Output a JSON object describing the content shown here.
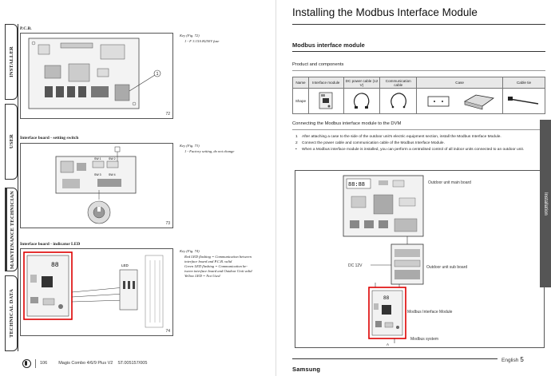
{
  "left": {
    "tabs": [
      {
        "label": "INSTALLER"
      },
      {
        "label": "USER"
      },
      {
        "label": "MAINTENANCE TECHNICIAN"
      },
      {
        "label": "TECHNICAL DATA"
      }
    ],
    "sections": [
      {
        "title": "P.C.B.",
        "fig_no": "72",
        "key_title": "Key (Fig. 72)",
        "key_lines": [
          "1    -    F 3.15A H250V fuse"
        ]
      },
      {
        "title": "Interface board - setting switch",
        "fig_no": "73",
        "key_title": "Key (Fig. 73)",
        "key_lines": [
          "1    -    Factory setting, do not change"
        ]
      },
      {
        "title": "Interface board - indicator LED",
        "fig_no": "74",
        "key_title": "Key (Fig. 74)",
        "key_lines": [
          "Red LED flashing = Communication between",
          "interface board and P.C.B. valid",
          "Green LED flashing = Communication be-",
          "tween interface board and Outdoor Unit valid",
          "Yellow LED = Not Used"
        ]
      }
    ],
    "fig_labels": {
      "callout": "1",
      "led_label": "LED",
      "sw1": "SW 1",
      "sw2": "SW 2",
      "sw3": "SW 3",
      "sw4": "SW 4"
    },
    "footer": {
      "page": "106",
      "product": "Magis Combo 4/6/9 Plus V2",
      "doc_code": "ST.005157/005"
    }
  },
  "right": {
    "title": "Installing the Modbus Interface Module",
    "section": "Modbus interface module",
    "subsection1": "Product and components",
    "table": {
      "headers": [
        "Name",
        "Interface module",
        "DC power cable (12 V)",
        "Communication cable",
        "Case",
        "Cable tie"
      ],
      "row_label": "Shape"
    },
    "subsection2": "Connecting the Modbus interface module to the DVM",
    "steps": [
      {
        "n": "1",
        "text": "After attaching a case to the side of the outdoor unit's electric equipment section, install the Modbus Interface Module."
      },
      {
        "n": "2",
        "text": "Connect the power cable and communication cable of the Modbus Interface Module."
      },
      {
        "n": "•",
        "text": "When a Modbus interface module is installed, you can perform a centralised control of all indoor units connected to an outdoor unit."
      }
    ],
    "diagram": {
      "main_board": "Outdoor unit main board",
      "dc": "DC 12V",
      "sub_board": "Outdoor unit sub board",
      "module": "Modbus Interface Module",
      "system": "Modbus system",
      "conn_a": "A",
      "display": "88:88"
    },
    "side_tab": "Installation",
    "footer": {
      "lang": "English",
      "page": "5",
      "brand": "Samsung"
    }
  }
}
